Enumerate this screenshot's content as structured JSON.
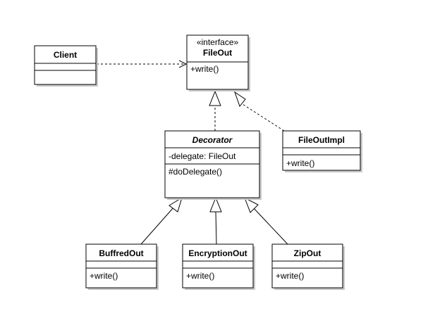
{
  "classes": {
    "client": {
      "name": "Client"
    },
    "fileout": {
      "stereotype": "«interface»",
      "name": "FileOut",
      "op": "+write()"
    },
    "decorator": {
      "name": "Decorator",
      "attr": "-delegate: FileOut",
      "op": "#doDelegate()"
    },
    "fileoutimpl": {
      "name": "FileOutImpl",
      "op": "+write()"
    },
    "buffredout": {
      "name": "BuffredOut",
      "op": "+write()"
    },
    "encryptionout": {
      "name": "EncryptionOut",
      "op": "+write()"
    },
    "zipout": {
      "name": "ZipOut",
      "op": "+write()"
    }
  },
  "relationships": [
    {
      "from": "Client",
      "to": "FileOut",
      "kind": "dependency"
    },
    {
      "from": "Decorator",
      "to": "FileOut",
      "kind": "realization"
    },
    {
      "from": "FileOutImpl",
      "to": "FileOut",
      "kind": "realization"
    },
    {
      "from": "BuffredOut",
      "to": "Decorator",
      "kind": "generalization"
    },
    {
      "from": "EncryptionOut",
      "to": "Decorator",
      "kind": "generalization"
    },
    {
      "from": "ZipOut",
      "to": "Decorator",
      "kind": "generalization"
    }
  ]
}
